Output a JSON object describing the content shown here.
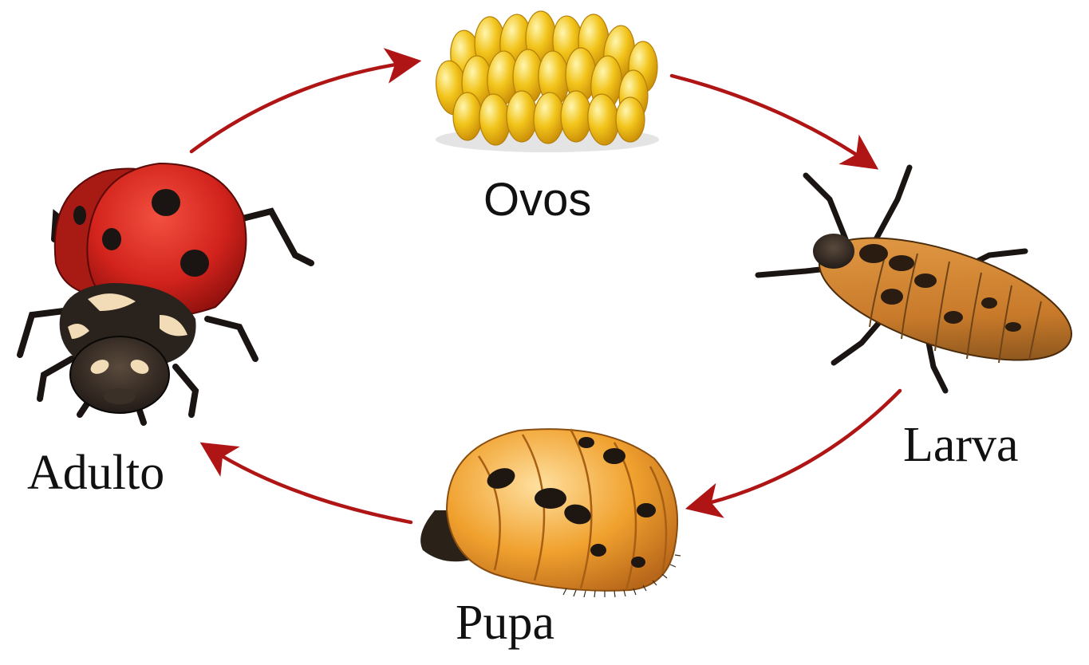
{
  "diagram": {
    "stages": [
      {
        "id": "eggs",
        "label": "Ovos"
      },
      {
        "id": "larva",
        "label": "Larva"
      },
      {
        "id": "pupa",
        "label": "Pupa"
      },
      {
        "id": "adult",
        "label": "Adulto"
      }
    ],
    "cycle_order": [
      "eggs",
      "larva",
      "pupa",
      "adult"
    ]
  },
  "colors": {
    "arrow": "#b01515",
    "ladybug_red": "#d2231c",
    "spot": "#1a1412",
    "egg_yellow": "#f2c41a",
    "larva_orange": "#c87a2a",
    "pupa_orange": "#f0a12e"
  }
}
